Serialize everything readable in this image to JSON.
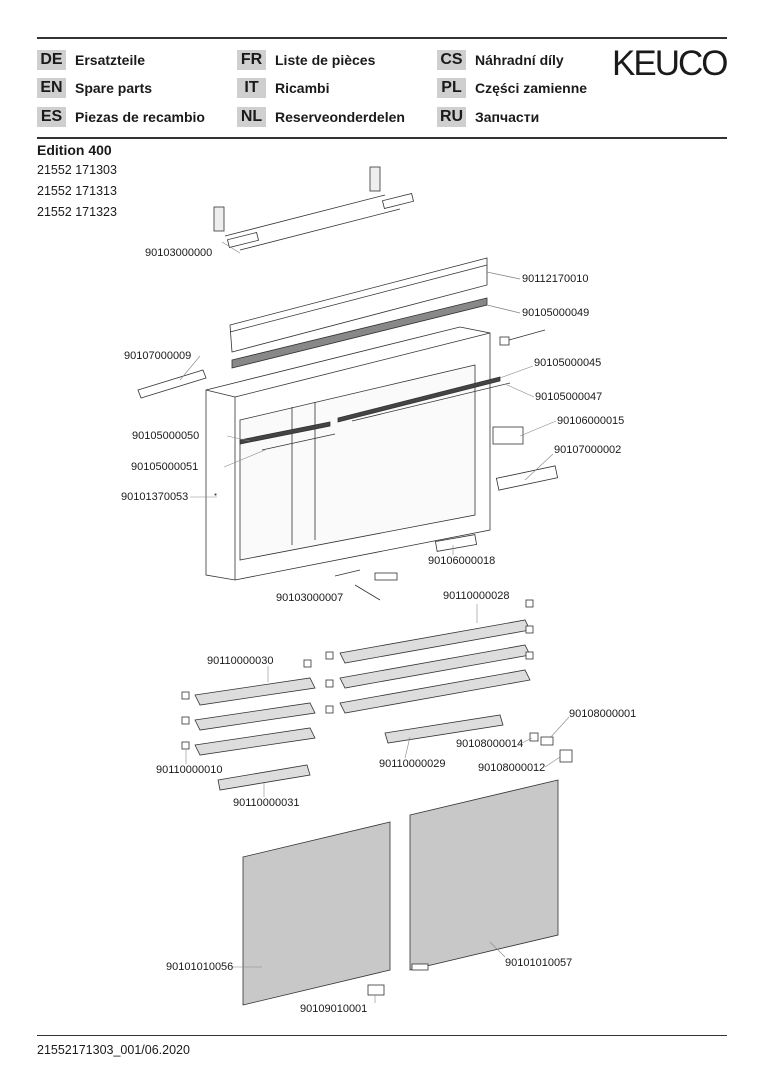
{
  "header": {
    "languages": [
      {
        "code": "DE",
        "label": "Ersatzteile"
      },
      {
        "code": "EN",
        "label": "Spare parts"
      },
      {
        "code": "ES",
        "label": "Piezas de recambio"
      },
      {
        "code": "FR",
        "label": "Liste de pièces"
      },
      {
        "code": "IT",
        "label": "Ricambi"
      },
      {
        "code": "NL",
        "label": "Reserveonderdelen"
      },
      {
        "code": "CS",
        "label": "Náhradní díly"
      },
      {
        "code": "PL",
        "label": "Części zamienne"
      },
      {
        "code": "RU",
        "label": "Запчасти"
      }
    ],
    "logo": "KEUCO"
  },
  "product": {
    "title": "Edition 400",
    "articles": [
      "21552 171303",
      "21552 171313",
      "21552 171323"
    ]
  },
  "parts": [
    "90103000000",
    "90112170010",
    "90105000049",
    "90107000009",
    "90105000045",
    "90105000047",
    "90105000050",
    "90106000015",
    "90107000002",
    "90105000051",
    "90101370053",
    "90106000018",
    "90103000007",
    "90110000028",
    "90110000030",
    "90108000001",
    "90108000014",
    "90110000010",
    "90110000029",
    "90108000012",
    "90110000031",
    "90101010056",
    "90101010057",
    "90109010001"
  ],
  "footer": {
    "doc_id": "21552171303_001/06.2020"
  }
}
